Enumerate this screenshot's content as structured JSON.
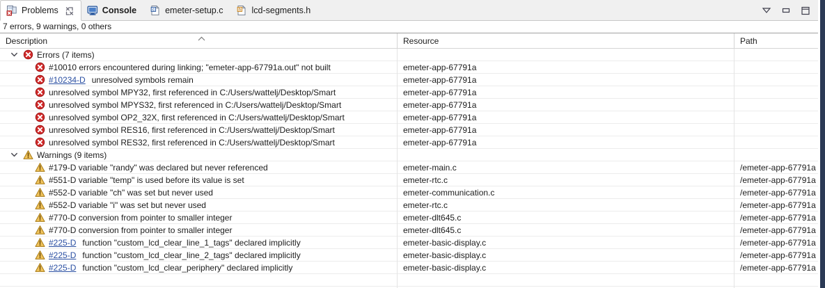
{
  "window": {
    "view_controls": [
      {
        "name": "view-menu-icon",
        "label": "View Menu"
      },
      {
        "name": "minimize-icon",
        "label": "Minimize"
      },
      {
        "name": "maximize-icon",
        "label": "Maximize"
      }
    ]
  },
  "tabs": [
    {
      "label": "Problems",
      "icon": "problems-icon",
      "active": true,
      "bold": false,
      "closable": true
    },
    {
      "label": "Console",
      "icon": "console-icon",
      "active": false,
      "bold": true,
      "closable": false
    },
    {
      "label": "emeter-setup.c",
      "icon": "c-file-icon",
      "active": false,
      "bold": false,
      "closable": false
    },
    {
      "label": "lcd-segments.h",
      "icon": "h-file-icon",
      "active": false,
      "bold": false,
      "closable": false
    }
  ],
  "summary": "7 errors, 9 warnings, 0 others",
  "table": {
    "columns": [
      {
        "key": "description",
        "label": "Description",
        "sorted": true
      },
      {
        "key": "resource",
        "label": "Resource",
        "sorted": false
      },
      {
        "key": "path",
        "label": "Path",
        "sorted": false
      }
    ],
    "rows": [
      {
        "kind": "group",
        "severity": "error",
        "expanded": true,
        "link": "",
        "message": "Errors (7 items)",
        "resource": "",
        "path": ""
      },
      {
        "kind": "item",
        "severity": "error",
        "link": "",
        "message": "#10010 errors encountered during linking; \"emeter-app-67791a.out\" not built",
        "resource": "emeter-app-67791a",
        "path": ""
      },
      {
        "kind": "item",
        "severity": "error",
        "link": "#10234-D",
        "message": "unresolved symbols remain",
        "resource": "emeter-app-67791a",
        "path": ""
      },
      {
        "kind": "item",
        "severity": "error",
        "link": "",
        "message": "unresolved symbol MPY32, first referenced in C:/Users/wattelj/Desktop/Smart",
        "resource": "emeter-app-67791a",
        "path": ""
      },
      {
        "kind": "item",
        "severity": "error",
        "link": "",
        "message": "unresolved symbol MPYS32, first referenced in C:/Users/wattelj/Desktop/Smart",
        "resource": "emeter-app-67791a",
        "path": ""
      },
      {
        "kind": "item",
        "severity": "error",
        "link": "",
        "message": "unresolved symbol OP2_32X, first referenced in C:/Users/wattelj/Desktop/Smart",
        "resource": "emeter-app-67791a",
        "path": ""
      },
      {
        "kind": "item",
        "severity": "error",
        "link": "",
        "message": "unresolved symbol RES16, first referenced in C:/Users/wattelj/Desktop/Smart",
        "resource": "emeter-app-67791a",
        "path": ""
      },
      {
        "kind": "item",
        "severity": "error",
        "link": "",
        "message": "unresolved symbol RES32, first referenced in C:/Users/wattelj/Desktop/Smart",
        "resource": "emeter-app-67791a",
        "path": ""
      },
      {
        "kind": "group",
        "severity": "warning",
        "expanded": true,
        "link": "",
        "message": "Warnings (9 items)",
        "resource": "",
        "path": ""
      },
      {
        "kind": "item",
        "severity": "warning",
        "link": "",
        "message": "#179-D variable \"randy\" was declared but never referenced",
        "resource": "emeter-main.c",
        "path": "/emeter-app-67791a"
      },
      {
        "kind": "item",
        "severity": "warning",
        "link": "",
        "message": "#551-D variable \"temp\" is used before its value is set",
        "resource": "emeter-rtc.c",
        "path": "/emeter-app-67791a"
      },
      {
        "kind": "item",
        "severity": "warning",
        "link": "",
        "message": "#552-D variable \"ch\" was set but never used",
        "resource": "emeter-communication.c",
        "path": "/emeter-app-67791a"
      },
      {
        "kind": "item",
        "severity": "warning",
        "link": "",
        "message": "#552-D variable \"i\" was set but never used",
        "resource": "emeter-rtc.c",
        "path": "/emeter-app-67791a"
      },
      {
        "kind": "item",
        "severity": "warning",
        "link": "",
        "message": "#770-D conversion from pointer to smaller integer",
        "resource": "emeter-dlt645.c",
        "path": "/emeter-app-67791a"
      },
      {
        "kind": "item",
        "severity": "warning",
        "link": "",
        "message": "#770-D conversion from pointer to smaller integer",
        "resource": "emeter-dlt645.c",
        "path": "/emeter-app-67791a"
      },
      {
        "kind": "item",
        "severity": "warning",
        "link": "#225-D",
        "message": "function \"custom_lcd_clear_line_1_tags\" declared implicitly",
        "resource": "emeter-basic-display.c",
        "path": "/emeter-app-67791a"
      },
      {
        "kind": "item",
        "severity": "warning",
        "link": "#225-D",
        "message": "function \"custom_lcd_clear_line_2_tags\" declared implicitly",
        "resource": "emeter-basic-display.c",
        "path": "/emeter-app-67791a"
      },
      {
        "kind": "item",
        "severity": "warning",
        "link": "#225-D",
        "message": "function \"custom_lcd_clear_periphery\" declared implicitly",
        "resource": "emeter-basic-display.c",
        "path": "/emeter-app-67791a"
      },
      {
        "kind": "empty",
        "severity": "",
        "link": "",
        "message": "",
        "resource": "",
        "path": ""
      }
    ]
  },
  "colors": {
    "error": "#d32b2b",
    "warning": "#e0a526",
    "link": "#2a4fa2",
    "tabbar_bg": "#f0f0f0",
    "grid_line": "#ececec",
    "window_edge": "#2b3a55"
  }
}
